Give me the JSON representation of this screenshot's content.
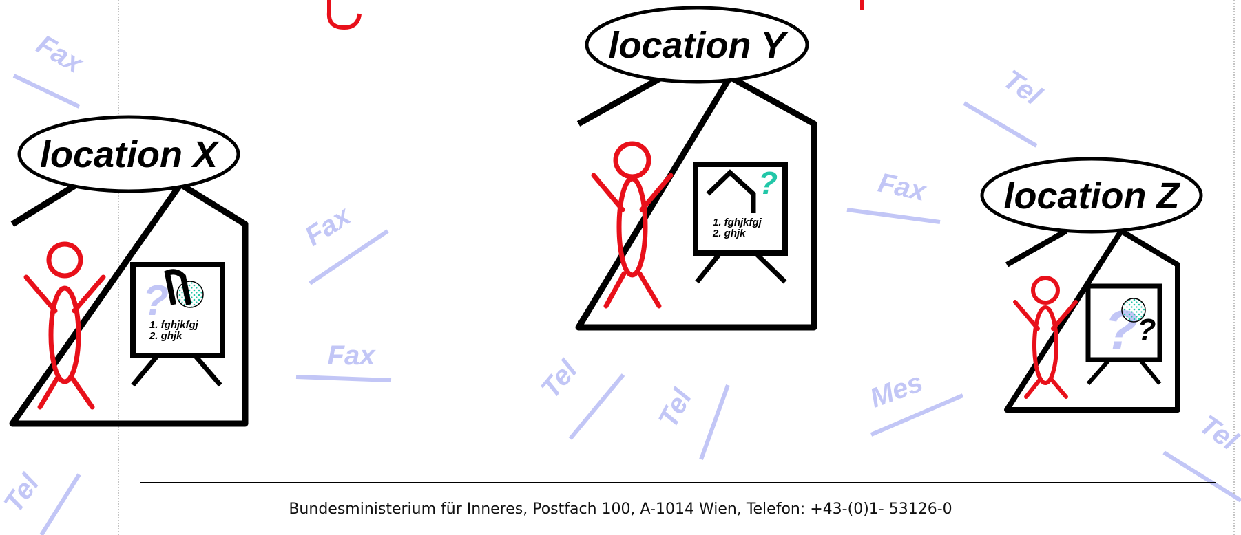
{
  "locations": [
    {
      "id": "x",
      "label": "location X",
      "board_items": [
        "1. fghjkfgj",
        "2. ghjk"
      ],
      "board_mark": "?"
    },
    {
      "id": "y",
      "label": "location Y",
      "board_items": [
        "1. fghjkfgj",
        "2. ghjk"
      ],
      "board_mark": "?"
    },
    {
      "id": "z",
      "label": "location Z",
      "board_items": [],
      "board_mark": "?"
    }
  ],
  "channels": [
    "Fax",
    "Fax",
    "Fax",
    "Fax",
    "Tel",
    "Tel",
    "Tel",
    "Tel",
    "Tel",
    "Mes"
  ],
  "footer": {
    "text": "Bundesministerium für Inneres, Postfach 100, A-1014 Wien, Telefon: +43-(0)1- 53126-0"
  },
  "colors": {
    "person": "#e8101a",
    "channel": "#c2c6f6",
    "mark_green": "#22c7a8",
    "heading": "#e8101a",
    "black": "#000000"
  },
  "icons": [
    "stick-figure-icon",
    "flipchart-icon",
    "house-icon",
    "question-mark-icon",
    "dotted-circle-icon"
  ]
}
